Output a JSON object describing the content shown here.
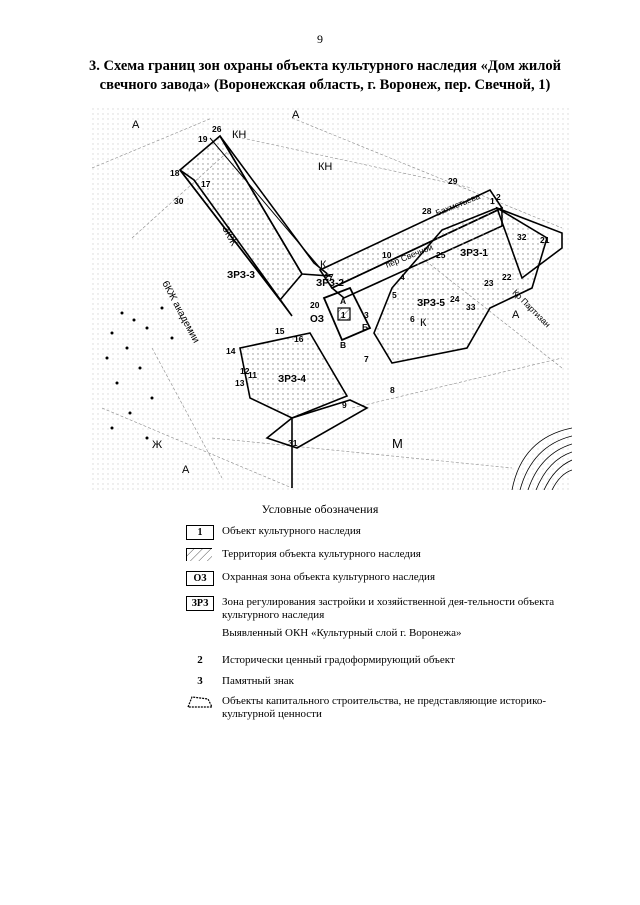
{
  "page": {
    "number": "9"
  },
  "title": {
    "line1": "3. Схема границ зон охраны объекта культурного наследия «Дом жилой",
    "line2": "свечного завода» (Воронежская область, г. Воронеж, пер. Свечной, 1)"
  },
  "map": {
    "zones": {
      "zrz2": "ЗРЗ-2",
      "zrz3": "ЗРЗ-3",
      "zrz4": "ЗРЗ-4",
      "zrz5": "ЗРЗ-5",
      "zrz1": "ЗРЗ-1",
      "oz": "ОЗ",
      "okn": "1"
    },
    "points": [
      "1",
      "2",
      "3",
      "4",
      "5",
      "6",
      "7",
      "8",
      "9",
      "10",
      "11",
      "12",
      "13",
      "14",
      "15",
      "16",
      "17",
      "18",
      "19",
      "20",
      "21",
      "22",
      "23",
      "24",
      "25",
      "26",
      "27",
      "28",
      "29",
      "30",
      "31",
      "32",
      "33"
    ],
    "letters": {
      "a": "А",
      "b": "Б",
      "v": "В"
    },
    "labels": {
      "kn": "КН",
      "k": "К",
      "m": "М",
      "zh": "Ж",
      "a": "А",
      "street1": "пер Свечной",
      "street2": "Бахметьева",
      "street3": "6КЖ академии",
      "street4": "ЗКЖ",
      "street5": "Кр Партизан"
    }
  },
  "legend": {
    "heading": "Условные обозначения",
    "items": [
      {
        "symbol": "1",
        "text": "Объект культурного наследия"
      },
      {
        "symbol": "",
        "text": "Территория объекта культурного наследия"
      },
      {
        "symbol": "ОЗ",
        "text": "Охранная зона объекта культурного наследия"
      },
      {
        "symbol": "ЗРЗ",
        "text": "Зона регулирования застройки и хозяйственной дея-тельности объекта культурного наследия"
      },
      {
        "symbol": "",
        "text": "Выявленный ОКН «Культурный слой г. Воронежа»"
      },
      {
        "symbol": "2",
        "text": "Исторически ценный градоформирующий объект"
      },
      {
        "symbol": "3",
        "text": "Памятный знак"
      },
      {
        "symbol": "",
        "text": "Объекты капитального строительства, не представляющие историко-культурной ценности"
      }
    ]
  }
}
